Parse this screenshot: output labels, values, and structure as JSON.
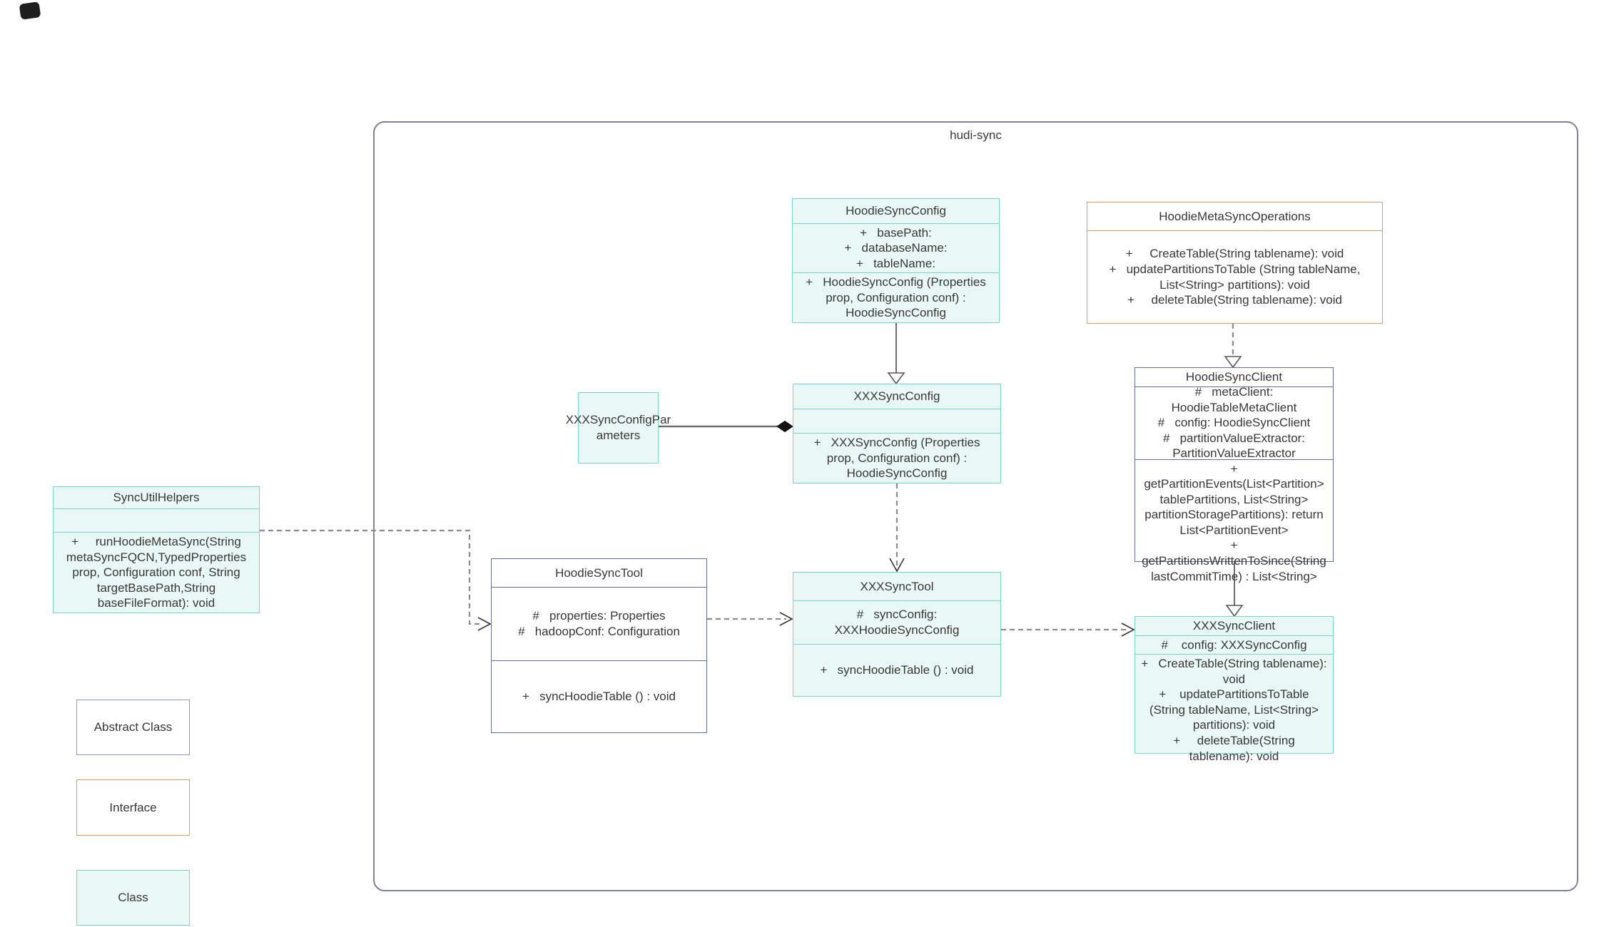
{
  "diagram": {
    "container_label": "hudi-sync",
    "colors": {
      "class_fill": "#e9f8f5",
      "class_border": "#79d5c7",
      "abstract_border": "#62709f",
      "interface_border": "#d3a263",
      "container_border": "#7e8496",
      "line_solid": "#6d6d6d",
      "line_dashed": "#8c8c8c",
      "text": "#383838"
    }
  },
  "classes": {
    "hoodieSyncConfig": {
      "title": "HoodieSyncConfig",
      "attributes": [
        "+   basePath:",
        "+   databaseName:",
        "+   tableName:"
      ],
      "methods": [
        "+   HoodieSyncConfig (Properties prop, Configuration conf) : HoodieSyncConfig"
      ]
    },
    "hoodieMetaSyncOperations": {
      "title": "HoodieMetaSyncOperations",
      "methods": [
        "+     CreateTable(String tablename): void",
        "+   updatePartitionsToTable (String tableName, List<String> partitions): void",
        "+     deleteTable(String tablename): void"
      ]
    },
    "xxxSyncConfigParameters": {
      "label": "XXXSyncConfigPar\nameters"
    },
    "xxxSyncConfig": {
      "title": "XXXSyncConfig",
      "attributes": [],
      "methods": [
        "+   XXXSyncConfig (Properties prop, Configuration conf) : HoodieSyncConfig"
      ]
    },
    "hoodieSyncClient": {
      "title": "HoodieSyncClient",
      "attributes": [
        "#   metaClient: HoodieTableMetaClient",
        "#   config: HoodieSyncClient",
        "#   partitionValueExtractor: PartitionValueExtractor"
      ],
      "methods": [
        "+   getPartitionEvents(List<Partition> tablePartitions, List<String> partitionStoragePartitions): return List<PartitionEvent>",
        "+   getPartitionsWrittenToSince(String lastCommitTime) : List<String>"
      ]
    },
    "syncUtilHelpers": {
      "title": "SyncUtilHelpers",
      "attributes": [],
      "methods": [
        "+     runHoodieMetaSync(String metaSyncFQCN,TypedProperties prop, Configuration conf, String targetBasePath,String baseFileFormat): void"
      ]
    },
    "hoodieSyncTool": {
      "title": "HoodieSyncTool",
      "attributes": [
        "#   properties: Properties",
        "#   hadoopConf: Configuration"
      ],
      "methods": [
        "+   syncHoodieTable () : void"
      ]
    },
    "xxxSyncTool": {
      "title": "XXXSyncTool",
      "attributes": [
        "#   syncConfig: XXXHoodieSyncConfig"
      ],
      "methods": [
        "+   syncHoodieTable () : void"
      ]
    },
    "xxxSyncClient": {
      "title": "XXXSyncClient",
      "attributes": [
        "#    config: XXXSyncConfig"
      ],
      "methods": [
        "+   CreateTable(String tablename): void",
        "+    updatePartitionsToTable (String tableName, List<String> partitions): void",
        "+     deleteTable(String tablename): void"
      ]
    }
  },
  "legend": {
    "abstract_label": "Abstract Class",
    "interface_label": "Interface",
    "class_label": "Class"
  },
  "relationships": [
    {
      "from": "HoodieSyncConfig",
      "to": "XXXSyncConfig",
      "type": "generalization-solid-hollow-triangle"
    },
    {
      "from": "HoodieMetaSyncOperations",
      "to": "HoodieSyncClient",
      "type": "realization-dashed-hollow-triangle"
    },
    {
      "from": "XXXSyncConfigParameters",
      "to": "XXXSyncConfig",
      "type": "composition-filled-diamond"
    },
    {
      "from": "XXXSyncConfig",
      "to": "XXXSyncTool",
      "type": "dependency-dashed-open-arrow"
    },
    {
      "from": "HoodieSyncClient",
      "to": "XXXSyncClient",
      "type": "generalization-solid-hollow-triangle"
    },
    {
      "from": "SyncUtilHelpers",
      "to": "HoodieSyncTool",
      "type": "dependency-dashed-open-arrow"
    },
    {
      "from": "HoodieSyncTool",
      "to": "XXXSyncTool",
      "type": "dependency-dashed-open-arrow"
    },
    {
      "from": "XXXSyncTool",
      "to": "XXXSyncClient",
      "type": "dependency-dashed-open-arrow"
    }
  ]
}
